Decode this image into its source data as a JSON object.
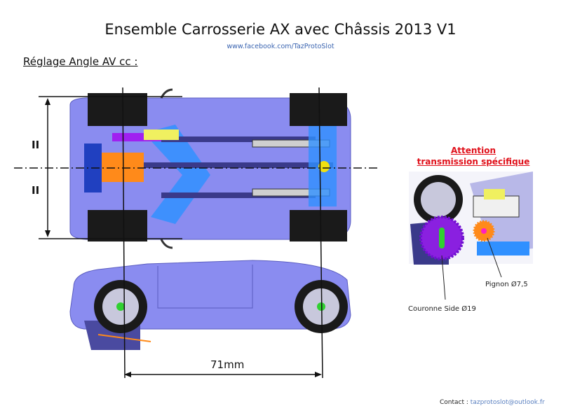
{
  "header": {
    "title": "Ensemble Carrosserie AX avec Châssis 2013 V1",
    "url": "www.facebook.com/TazProtoSlot",
    "subtitle": "Réglage Angle AV cc :"
  },
  "diagram": {
    "parallel_mark_top": "II",
    "parallel_mark_bottom": "II",
    "wheelbase_label": "71mm",
    "colors": {
      "body": "#8a8cf0",
      "tire": "#1a1a1a",
      "chassis": "#3a3a8a"
    }
  },
  "inset": {
    "warning_line1": "Attention",
    "warning_line2": "transmission spécifique",
    "pinion_label": "Pignon Ø7,5",
    "crown_label": "Couronne Side Ø19"
  },
  "footer": {
    "contact_label": "Contact :",
    "contact_email": "tazprotoslot@outlook.fr"
  }
}
